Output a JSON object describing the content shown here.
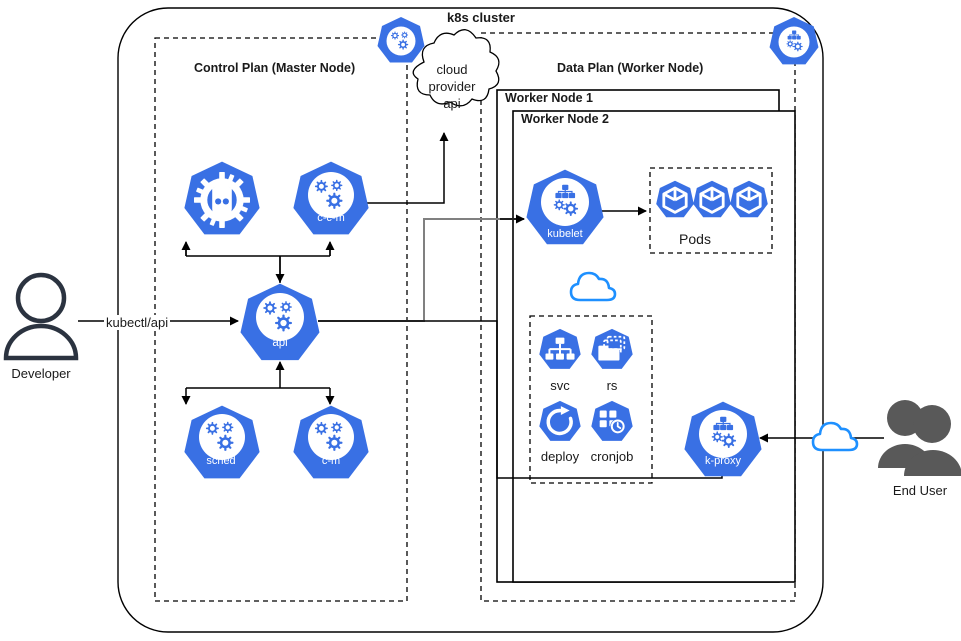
{
  "diagram": {
    "title": "k8s cluster",
    "type": "kubernetes-architecture"
  },
  "groups": {
    "cluster_label": "k8s cluster",
    "control_plane_label": "Control Plan (Master Node)",
    "data_plane_label": "Data Plan (Worker Node)",
    "worker_node_1_label": "Worker Node 1",
    "worker_node_2_label": "Worker Node 2",
    "pods_label": "Pods"
  },
  "actors": {
    "developer": "Developer",
    "end_user": "End User"
  },
  "edges": {
    "kubectl_api": "kubectl/api"
  },
  "cloud": {
    "provider_api_line1": "cloud",
    "provider_api_line2": "provider",
    "provider_api_line3": "api"
  },
  "control_plane_nodes": [
    {
      "id": "etcd",
      "label": "",
      "icon": "etcd-icon"
    },
    {
      "id": "ccm",
      "label": "c-c-m",
      "icon": "gears-icon"
    },
    {
      "id": "api",
      "label": "api",
      "icon": "gears-icon"
    },
    {
      "id": "sched",
      "label": "sched",
      "icon": "gears-icon"
    },
    {
      "id": "cm",
      "label": "c-m",
      "icon": "gears-icon"
    }
  ],
  "data_plane_nodes": [
    {
      "id": "kubelet",
      "label": "kubelet",
      "icon": "kubelet-icon"
    },
    {
      "id": "kproxy",
      "label": "k-proxy",
      "icon": "kproxy-icon"
    }
  ],
  "pods": [
    {
      "id": "pod1",
      "label": "",
      "icon": "cube-icon"
    },
    {
      "id": "pod2",
      "label": "",
      "icon": "cube-icon"
    },
    {
      "id": "pod3",
      "label": "",
      "icon": "cube-icon"
    }
  ],
  "resources": [
    {
      "id": "svc",
      "label": "svc",
      "icon": "service-icon"
    },
    {
      "id": "rs",
      "label": "rs",
      "icon": "replicaset-icon"
    },
    {
      "id": "deploy",
      "label": "deploy",
      "icon": "deployment-icon"
    },
    {
      "id": "cronjob",
      "label": "cronjob",
      "icon": "cronjob-icon"
    }
  ],
  "colors": {
    "k8s_blue": "#3970e4",
    "k8s_blue_light": "#1e90ff",
    "person_dark": "#2b3340",
    "person_gray": "#595959",
    "line": "#000000",
    "line_gray": "#808080"
  }
}
